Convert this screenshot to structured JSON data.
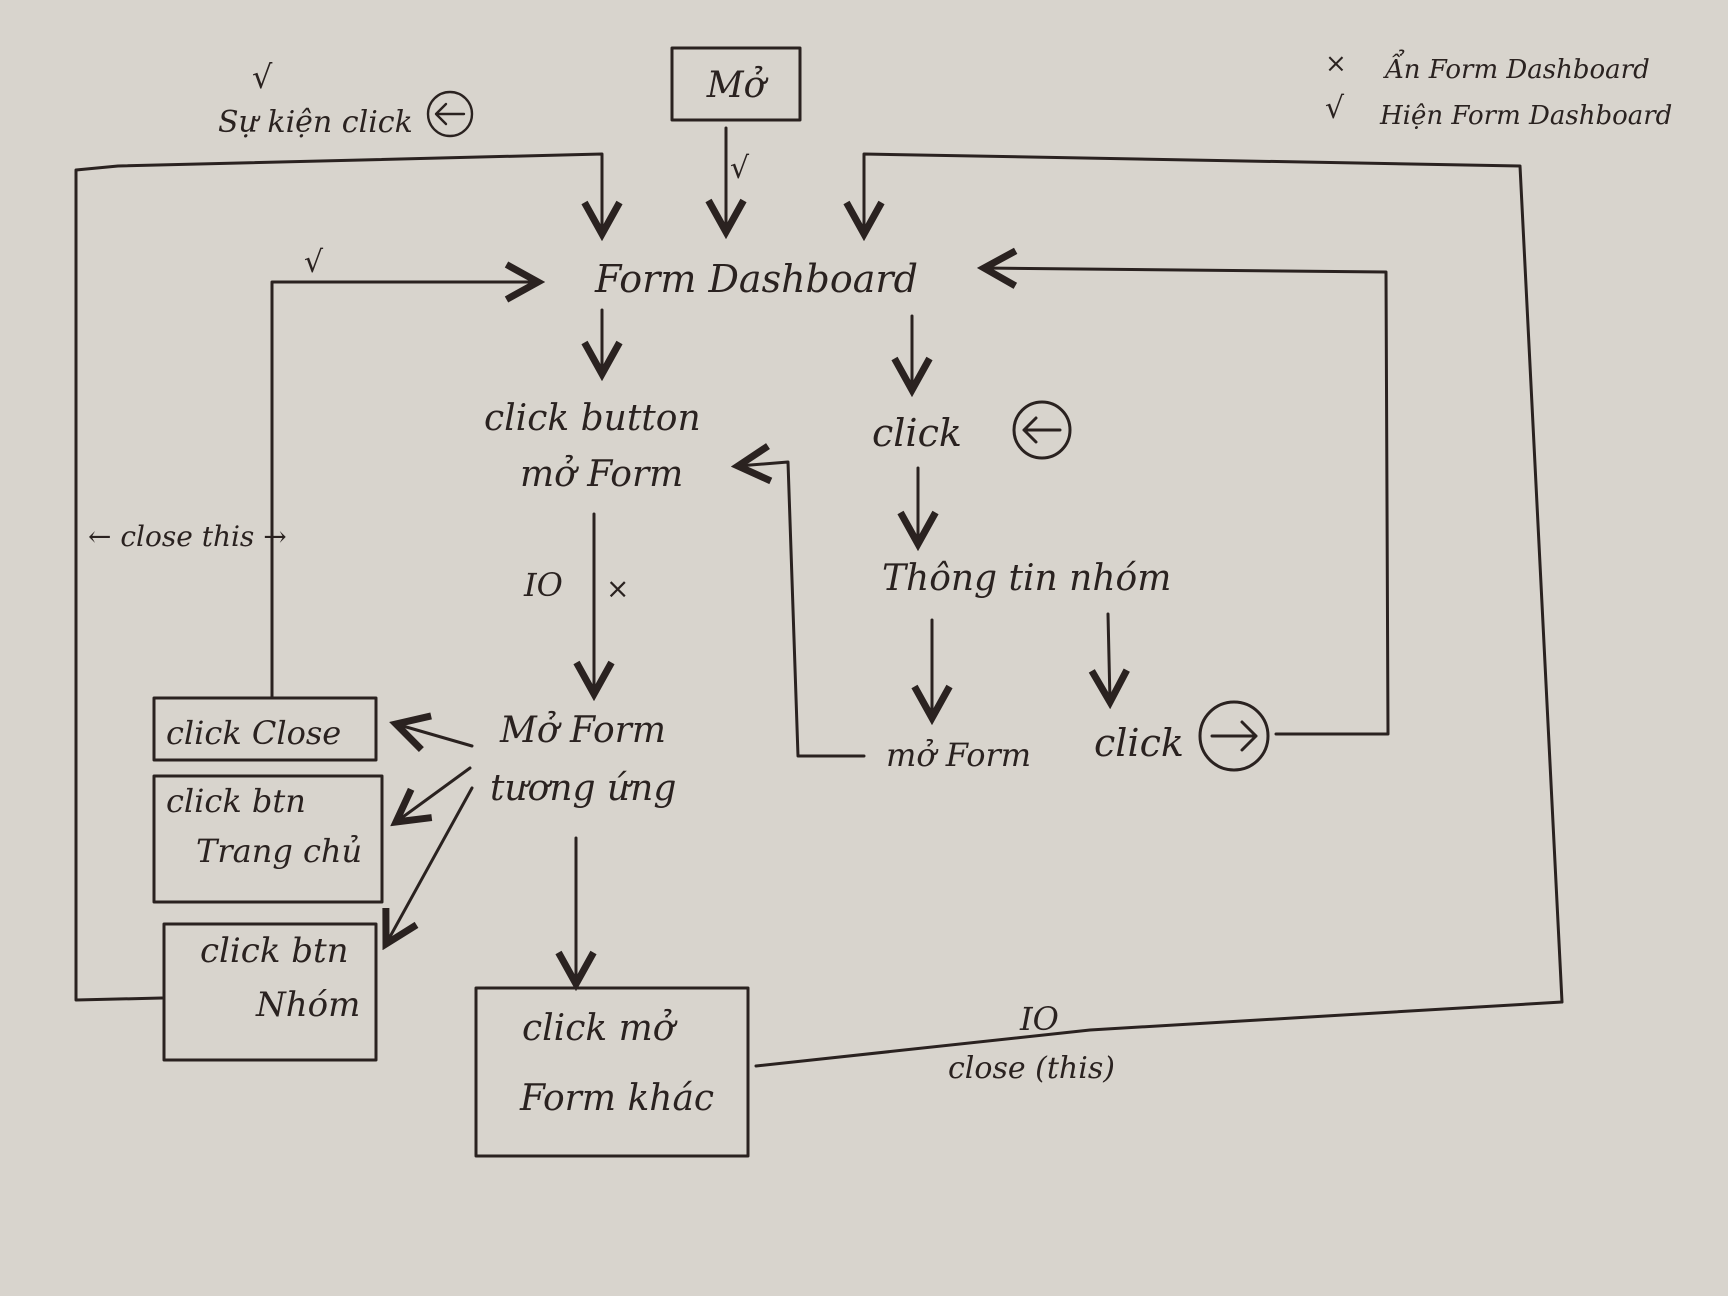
{
  "legend": {
    "hide_mark": "×",
    "hide_label": "Ẩn Form Dashboard",
    "show_mark": "√",
    "show_label": "Hiện Form Dashboard"
  },
  "nodes": {
    "open": "Mở",
    "dashboard": "Form Dashboard",
    "click_open_form_line1": "click button",
    "click_open_form_line2": "mở Form",
    "click_back": "click",
    "group_info": "Thông tin nhóm",
    "open_form": "mở Form",
    "click_forward": "click",
    "open_matching_line1": "Mở Form",
    "open_matching_line2": "tương ứng",
    "click_close": "click Close",
    "click_home_line1": "click btn",
    "click_home_line2": "Trang chủ",
    "click_group_line1": "click btn",
    "click_group_line2": "Nhóm",
    "click_other_line1": "click mở",
    "click_other_line2": "Form khác"
  },
  "labels": {
    "event_click": "Sự kiện click",
    "check_top_left": "√",
    "check_open": "√",
    "check_left_loop": "√",
    "close_this_side": "← close this →",
    "io_mid": "IO",
    "x_mid": "×",
    "io_bottom": "IO",
    "close_this_bottom": "close (this)"
  },
  "icons": {
    "back": "circle-arrow-left-icon",
    "forward": "circle-arrow-right-icon"
  }
}
